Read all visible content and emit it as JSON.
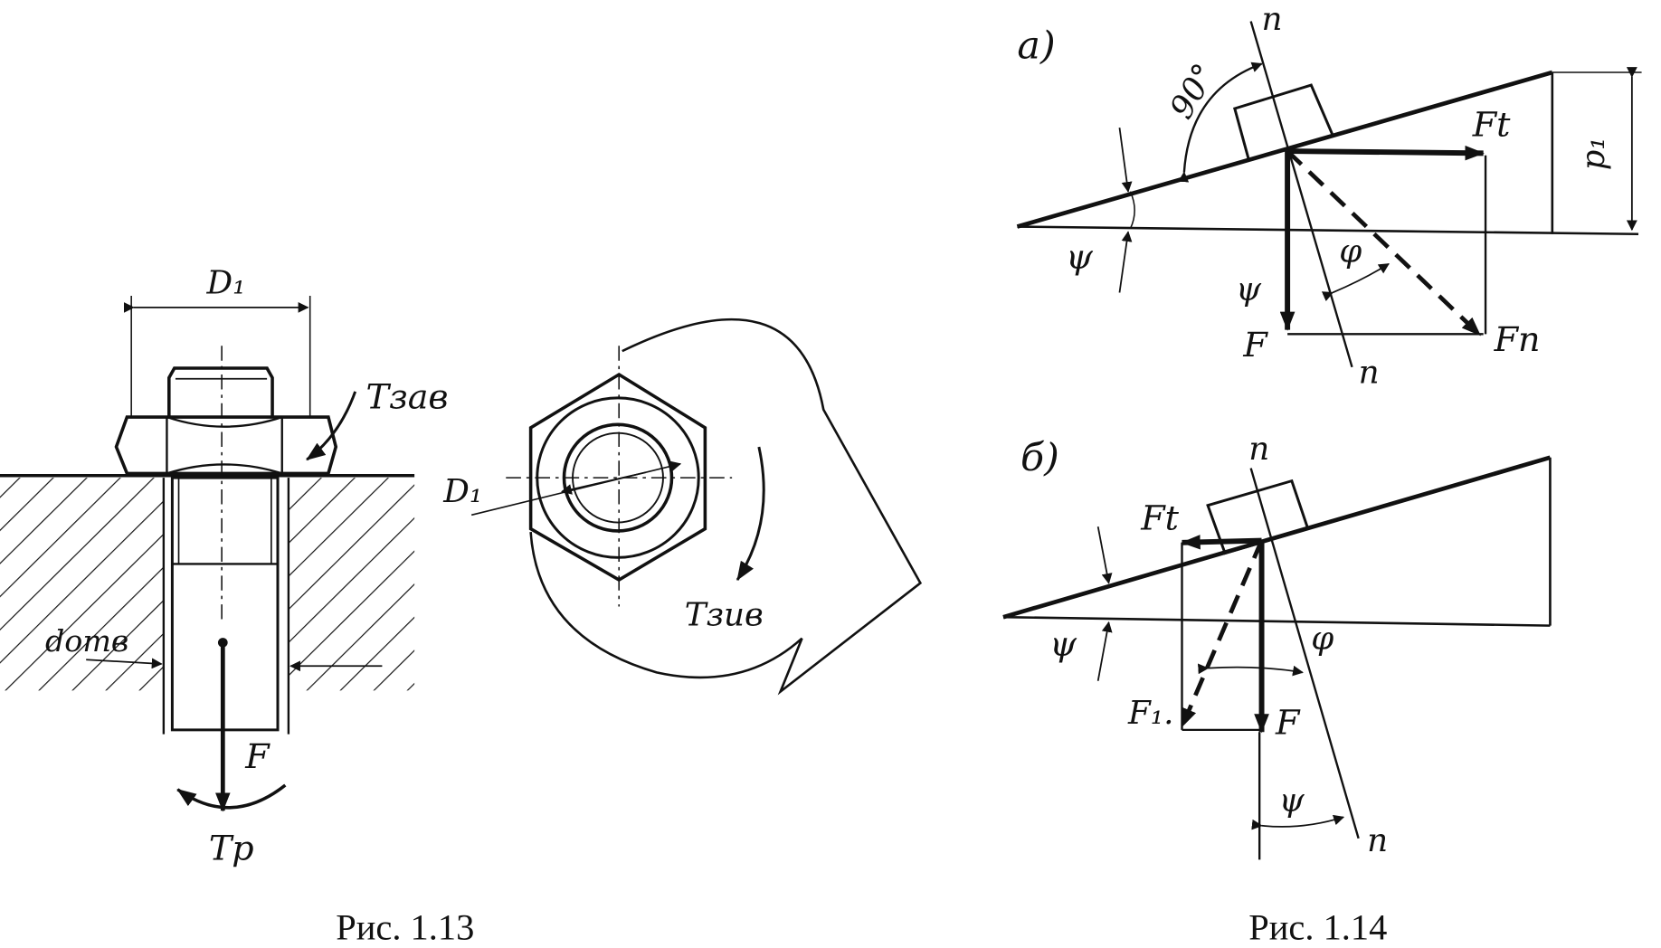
{
  "captions": {
    "fig13": "Рис. 1.13",
    "fig14": "Рис. 1.14"
  },
  "fig13": {
    "labels": {
      "D1_top": "D₁",
      "T_tight": "Tзав",
      "d_hole": "dотв",
      "F": "F",
      "T_p": "Tр",
      "D1_plan": "D₁",
      "T_plan": "Tзив"
    }
  },
  "fig14": {
    "a": {
      "panel": "а)",
      "angle90": "90°",
      "n_top": "n",
      "n_bottom": "n",
      "Ft": "Ft",
      "Fn": "Fn",
      "F": "F",
      "psi_left": "ψ",
      "psi_mid": "ψ",
      "phi": "φ",
      "p1": "p₁"
    },
    "b": {
      "panel": "б)",
      "n_top": "n",
      "n_bottom": "n",
      "Ft": "Ft",
      "F1": "F₁.",
      "F": "F",
      "psi_left": "ψ",
      "psi_bottom": "ψ",
      "phi": "φ"
    }
  }
}
